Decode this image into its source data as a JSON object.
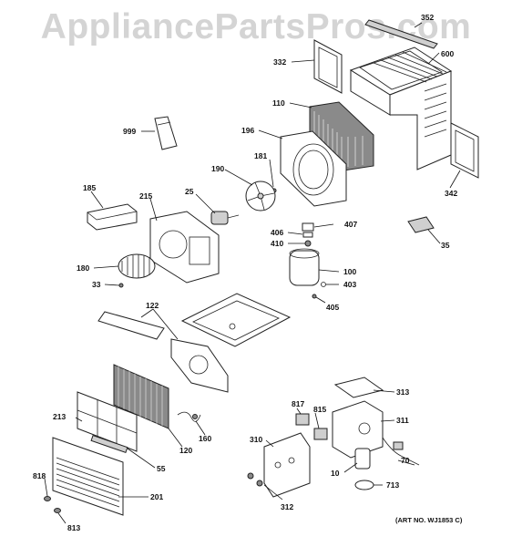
{
  "watermark": "AppliancePartsPros.com",
  "art_number": "(ART NO. WJ1853 C)",
  "callouts": {
    "p352": "352",
    "p332": "332",
    "p600": "600",
    "p110": "110",
    "p999": "999",
    "p196": "196",
    "p181": "181",
    "p190": "190",
    "p342": "342",
    "p185": "185",
    "p215": "215",
    "p25": "25",
    "p407": "407",
    "p406": "406",
    "p410": "410",
    "p35": "35",
    "p180": "180",
    "p100": "100",
    "p33": "33",
    "p403": "403",
    "p405": "405",
    "p122": "122",
    "p313": "313",
    "p817": "817",
    "p815": "815",
    "p311": "311",
    "p213": "213",
    "p160": "160",
    "p120": "120",
    "p310": "310",
    "p70": "70",
    "p55": "55",
    "p10": "10",
    "p818": "818",
    "p713": "713",
    "p201": "201",
    "p312": "312",
    "p813": "813"
  }
}
